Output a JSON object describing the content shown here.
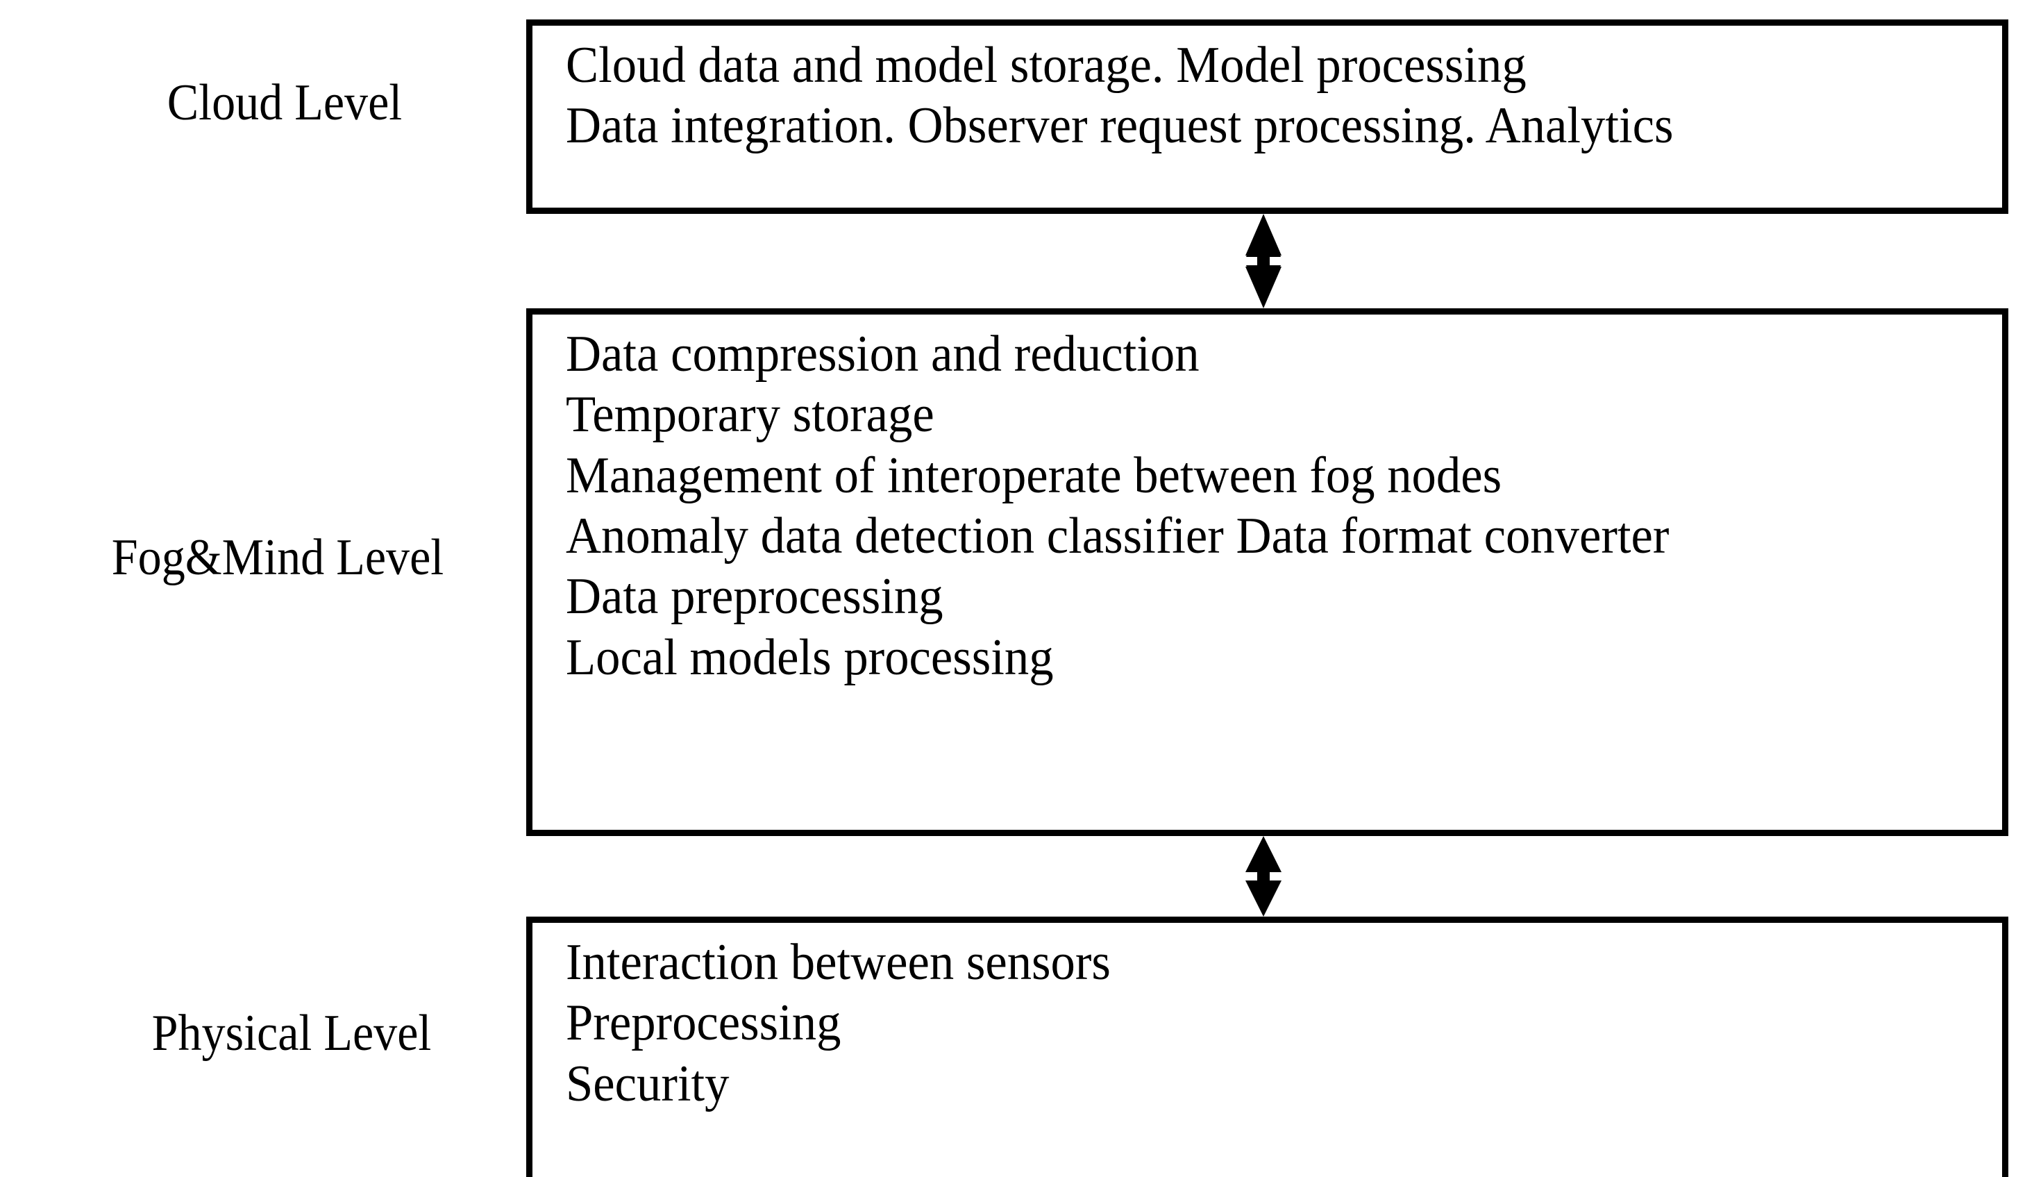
{
  "diagram": {
    "title": "Three-level IoT architecture: Cloud, Fog&Mind and Physical levels",
    "type": "layered-block-diagram",
    "background_color": "#ffffff",
    "line_color": "#000000",
    "levels": [
      {
        "id": "cloud",
        "label": "Cloud Level",
        "lines": [
          "Cloud data and model storage. Model processing",
          "Data integration. Observer request processing. Analytics"
        ]
      },
      {
        "id": "fog-mind",
        "label": "Fog&Mind Level",
        "lines": [
          "Data compression and reduction",
          "Temporary storage",
          "Management of interoperate between fog nodes",
          "Anomaly data detection classifier Data format converter",
          "Data preprocessing",
          "Local models processing"
        ]
      },
      {
        "id": "physical",
        "label": "Physical Level",
        "lines": [
          "Interaction between sensors",
          "Preprocessing",
          "Security"
        ]
      }
    ],
    "connectors": [
      {
        "id": "cloud-fog",
        "style": "double-headed-vertical-arrow"
      },
      {
        "id": "fog-physical",
        "style": "double-headed-vertical-arrow"
      }
    ]
  }
}
